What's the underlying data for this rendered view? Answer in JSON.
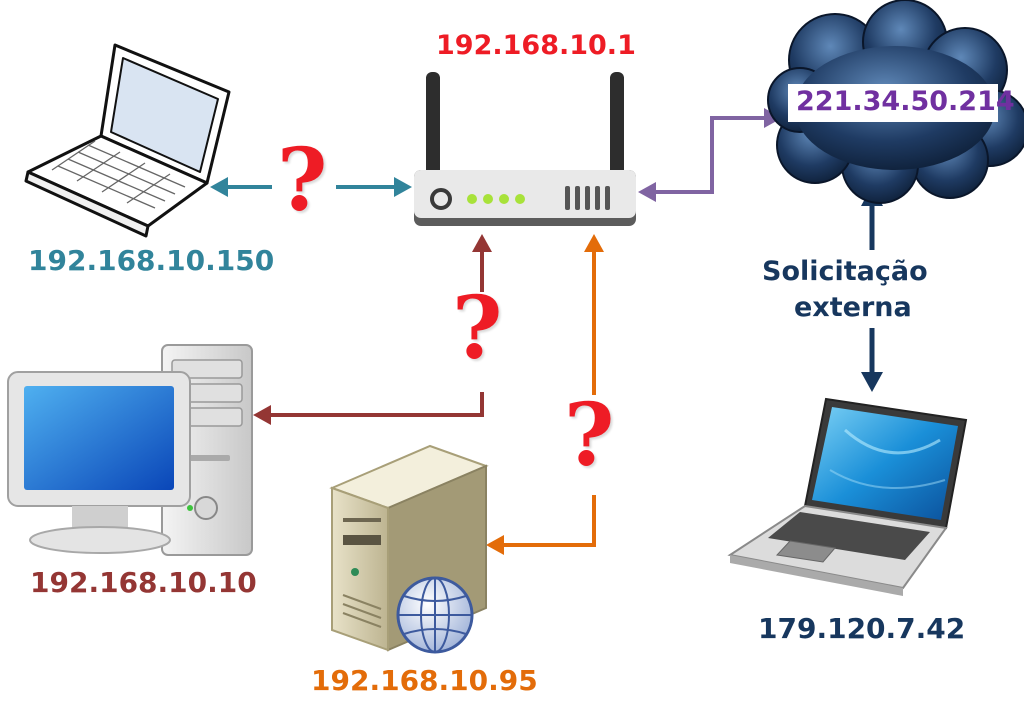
{
  "router": {
    "ip": "192.168.10.1",
    "ip_color": "#ee1c25"
  },
  "cloud": {
    "ip": "221.34.50.214",
    "ip_color": "#7030a0"
  },
  "laptop_left": {
    "ip": "192.168.10.150",
    "ip_color": "#31849b"
  },
  "desktop": {
    "ip": "192.168.10.10",
    "ip_color": "#943634"
  },
  "server": {
    "ip": "192.168.10.95",
    "ip_color": "#e36c09"
  },
  "laptop_external": {
    "ip": "179.120.7.42",
    "ip_color": "#17375e"
  },
  "external_request": {
    "line1": "Solicitação",
    "line2": "externa",
    "color": "#17375e"
  },
  "question_mark": "?",
  "colors": {
    "link_laptop": "#31849b",
    "link_desktop": "#943634",
    "link_server": "#e36c09",
    "link_cloud": "#8064a2",
    "link_external": "#17375e",
    "question": "#ee1c25"
  },
  "icons": [
    "laptop-icon",
    "router-icon",
    "cloud-icon",
    "desktop-computer-icon",
    "server-icon",
    "globe-icon",
    "external-laptop-icon"
  ]
}
